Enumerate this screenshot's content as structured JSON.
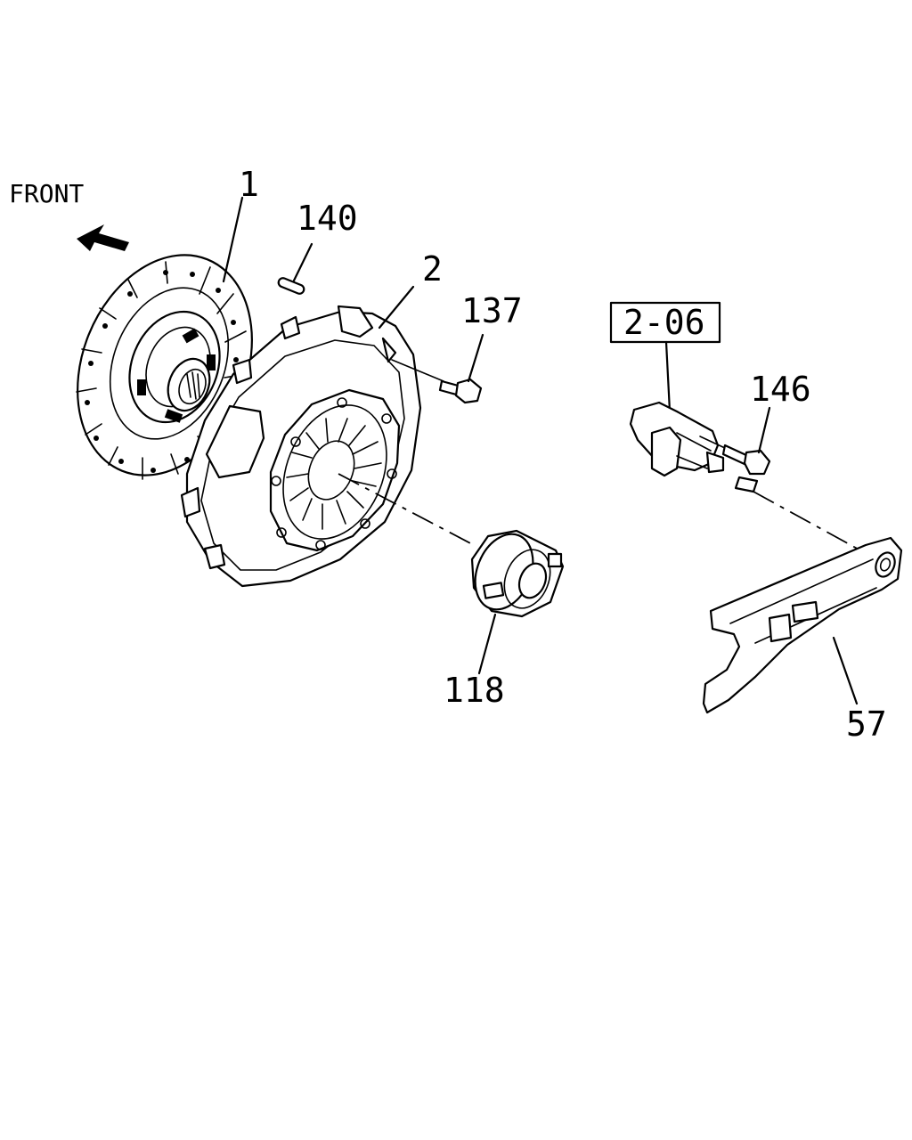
{
  "front_label": "FRONT",
  "callouts": {
    "disc": "1",
    "cover": "2",
    "dowel_pin": "140",
    "cover_bolt": "137",
    "release_bearing": "118",
    "cylinder_ref": "2-06",
    "cylinder_bolt": "146",
    "release_fork": "57"
  },
  "icons": [
    "front-arrow-icon"
  ]
}
